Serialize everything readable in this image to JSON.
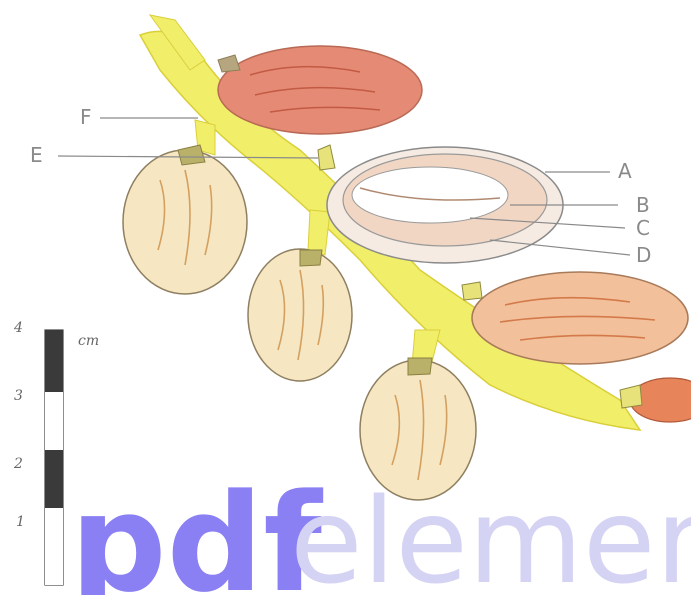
{
  "labels": {
    "A": "A",
    "B": "B",
    "C": "C",
    "D": "D",
    "E": "E",
    "F": "F"
  },
  "scale": {
    "unit": "cm",
    "ticks": [
      "4",
      "3",
      "2",
      "1"
    ]
  },
  "watermark": {
    "brand_bold": "pdf",
    "brand_light": "elemen"
  },
  "colors": {
    "stem": "#f1ee6a",
    "ripe_fruit": "#e07a5a",
    "unripe_fruit": "#f6e6c2",
    "section_fruit": "#f2d6c4",
    "watermark_bold": "#6a5cf0",
    "watermark_light": "#c9c7f0"
  }
}
